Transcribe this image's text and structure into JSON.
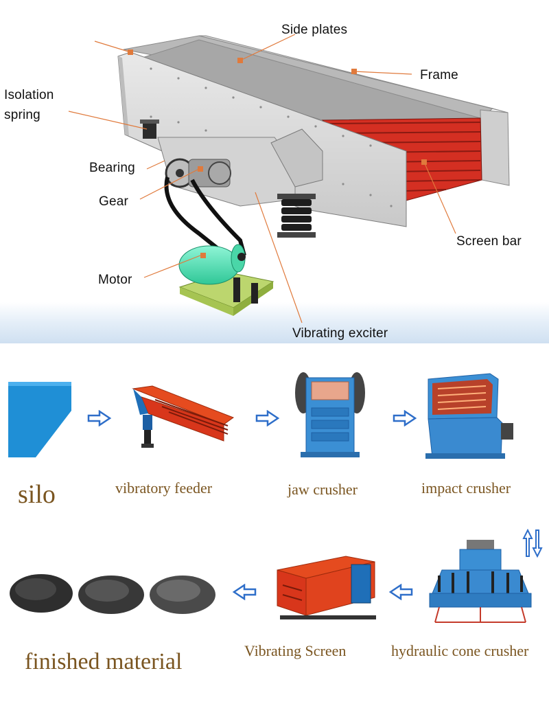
{
  "diagram": {
    "callouts": {
      "side_plates": "Side plates",
      "frame": "Frame",
      "isolation_spring_line1": "Isolation",
      "isolation_spring_line2": "spring",
      "bearing": "Bearing",
      "gear": "Gear",
      "screen_bar": "Screen bar",
      "motor": "Motor",
      "vibrating_exciter": "Vibrating exciter"
    },
    "process_flow": {
      "row1": [
        "silo",
        "vibratory feeder",
        "jaw crusher",
        "impact crusher"
      ],
      "row2": [
        "finished material",
        "Vibrating Screen",
        "hydraulic cone crusher"
      ]
    },
    "colors": {
      "machine_gray": "#dcdcdc",
      "screen_red": "#d42f22",
      "machine_blue": "#3b8fd4",
      "motor_green": "#5ee0b8",
      "base_green": "#bcd66e",
      "arrow_blue": "#2e6ec9",
      "label_brown": "#7a5520",
      "callout_line": "#e07a3c"
    },
    "icons": [
      "arrow-right-icon",
      "arrow-left-icon",
      "arrow-up-down-icon"
    ]
  }
}
